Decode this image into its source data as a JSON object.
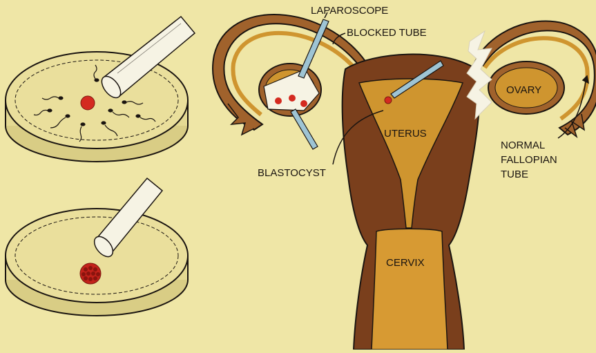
{
  "labels": {
    "laparoscope": "LAPAROSCOPE",
    "blocked_tube": "BLOCKED TUBE",
    "ovary": "OVARY",
    "uterus": "UTERUS",
    "blastocyst": "BLASTOCYST",
    "normal_tube_line1": "NORMAL",
    "normal_tube_line2": "FALLOPIAN",
    "normal_tube_line3": "TUBE",
    "cervix": "CERVIX"
  },
  "colors": {
    "background": "#efe6a6",
    "tissue_dark": "#7a3f1c",
    "tissue_mid": "#a0622c",
    "tissue_light": "#cf952f",
    "dish": "#eadf9c",
    "instrument": "#9ec4d4",
    "egg": "#d42a20"
  }
}
